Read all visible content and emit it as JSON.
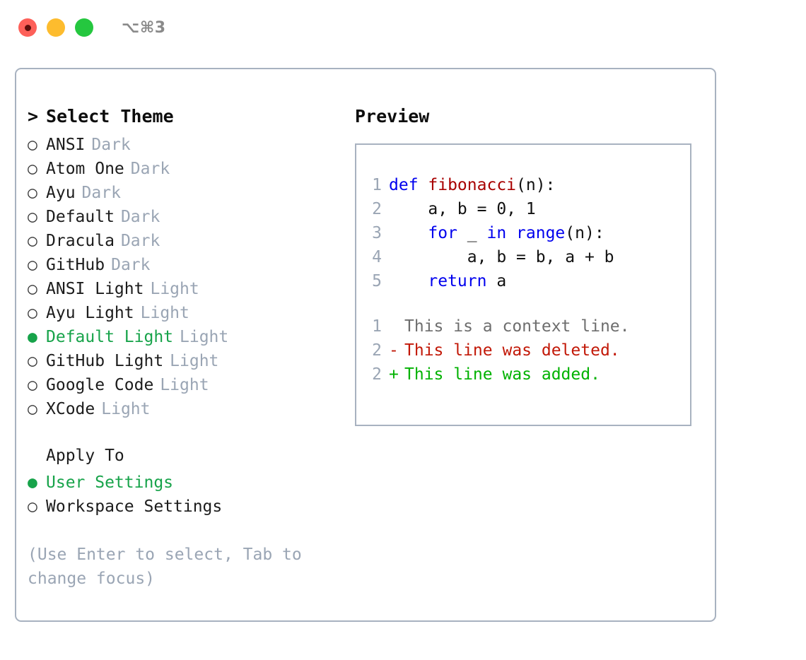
{
  "titlebar": {
    "shortcut": "⌥⌘3",
    "lights": [
      "close",
      "minimize",
      "maximize"
    ]
  },
  "theme_picker": {
    "header_caret": ">",
    "header_label": "Select Theme",
    "bullet_selected": "●",
    "bullet_unselected": "○",
    "items": [
      {
        "label": "ANSI",
        "tag": "Dark",
        "selected": false
      },
      {
        "label": "Atom One",
        "tag": "Dark",
        "selected": false
      },
      {
        "label": "Ayu",
        "tag": "Dark",
        "selected": false
      },
      {
        "label": "Default",
        "tag": "Dark",
        "selected": false
      },
      {
        "label": "Dracula",
        "tag": "Dark",
        "selected": false
      },
      {
        "label": "GitHub",
        "tag": "Dark",
        "selected": false
      },
      {
        "label": "ANSI Light",
        "tag": "Light",
        "selected": false
      },
      {
        "label": "Ayu Light",
        "tag": "Light",
        "selected": false
      },
      {
        "label": "Default Light",
        "tag": "Light",
        "selected": true
      },
      {
        "label": "GitHub Light",
        "tag": "Light",
        "selected": false
      },
      {
        "label": "Google Code",
        "tag": "Light",
        "selected": false
      },
      {
        "label": "XCode",
        "tag": "Light",
        "selected": false
      }
    ]
  },
  "apply_to": {
    "title": "Apply To",
    "options": [
      {
        "label": "User Settings",
        "selected": true
      },
      {
        "label": "Workspace Settings",
        "selected": false
      }
    ]
  },
  "hint": {
    "line1": "(Use Enter to select, Tab to",
    "line2": "change focus)"
  },
  "preview": {
    "title": "Preview",
    "code_lines": [
      {
        "no": "1",
        "tokens": [
          {
            "t": "def ",
            "k": "kw"
          },
          {
            "t": "fibonacci",
            "k": "fn"
          },
          {
            "t": "(n):",
            "k": "txt"
          }
        ]
      },
      {
        "no": "2",
        "tokens": [
          {
            "t": "    a, b = 0, 1",
            "k": "txt"
          }
        ]
      },
      {
        "no": "3",
        "tokens": [
          {
            "t": "    ",
            "k": "txt"
          },
          {
            "t": "for",
            "k": "kw"
          },
          {
            "t": " _ ",
            "k": "txt"
          },
          {
            "t": "in",
            "k": "kw"
          },
          {
            "t": " ",
            "k": "txt"
          },
          {
            "t": "range",
            "k": "kw"
          },
          {
            "t": "(n):",
            "k": "txt"
          }
        ]
      },
      {
        "no": "4",
        "tokens": [
          {
            "t": "        a, b = b, a + b",
            "k": "txt"
          }
        ]
      },
      {
        "no": "5",
        "tokens": [
          {
            "t": "    ",
            "k": "txt"
          },
          {
            "t": "return",
            "k": "kw"
          },
          {
            "t": " a",
            "k": "txt"
          }
        ]
      }
    ],
    "diff_lines": [
      {
        "no": "1",
        "mark": " ",
        "text": "This is a context line.",
        "kind": "ctx"
      },
      {
        "no": "2",
        "mark": "-",
        "text": "This line was deleted.",
        "kind": "del"
      },
      {
        "no": "2",
        "mark": "+",
        "text": "This line was added.",
        "kind": "add"
      }
    ]
  },
  "colors": {
    "accent_green": "#17a34a",
    "muted": "#9aa5b4",
    "border": "#a8b2c0",
    "keyword": "#0000ee",
    "function": "#a80000",
    "diff_deleted": "#c21807",
    "diff_added": "#00b200",
    "light_close": "#fd6059",
    "light_min": "#fdbc2e",
    "light_max": "#25c73f"
  }
}
